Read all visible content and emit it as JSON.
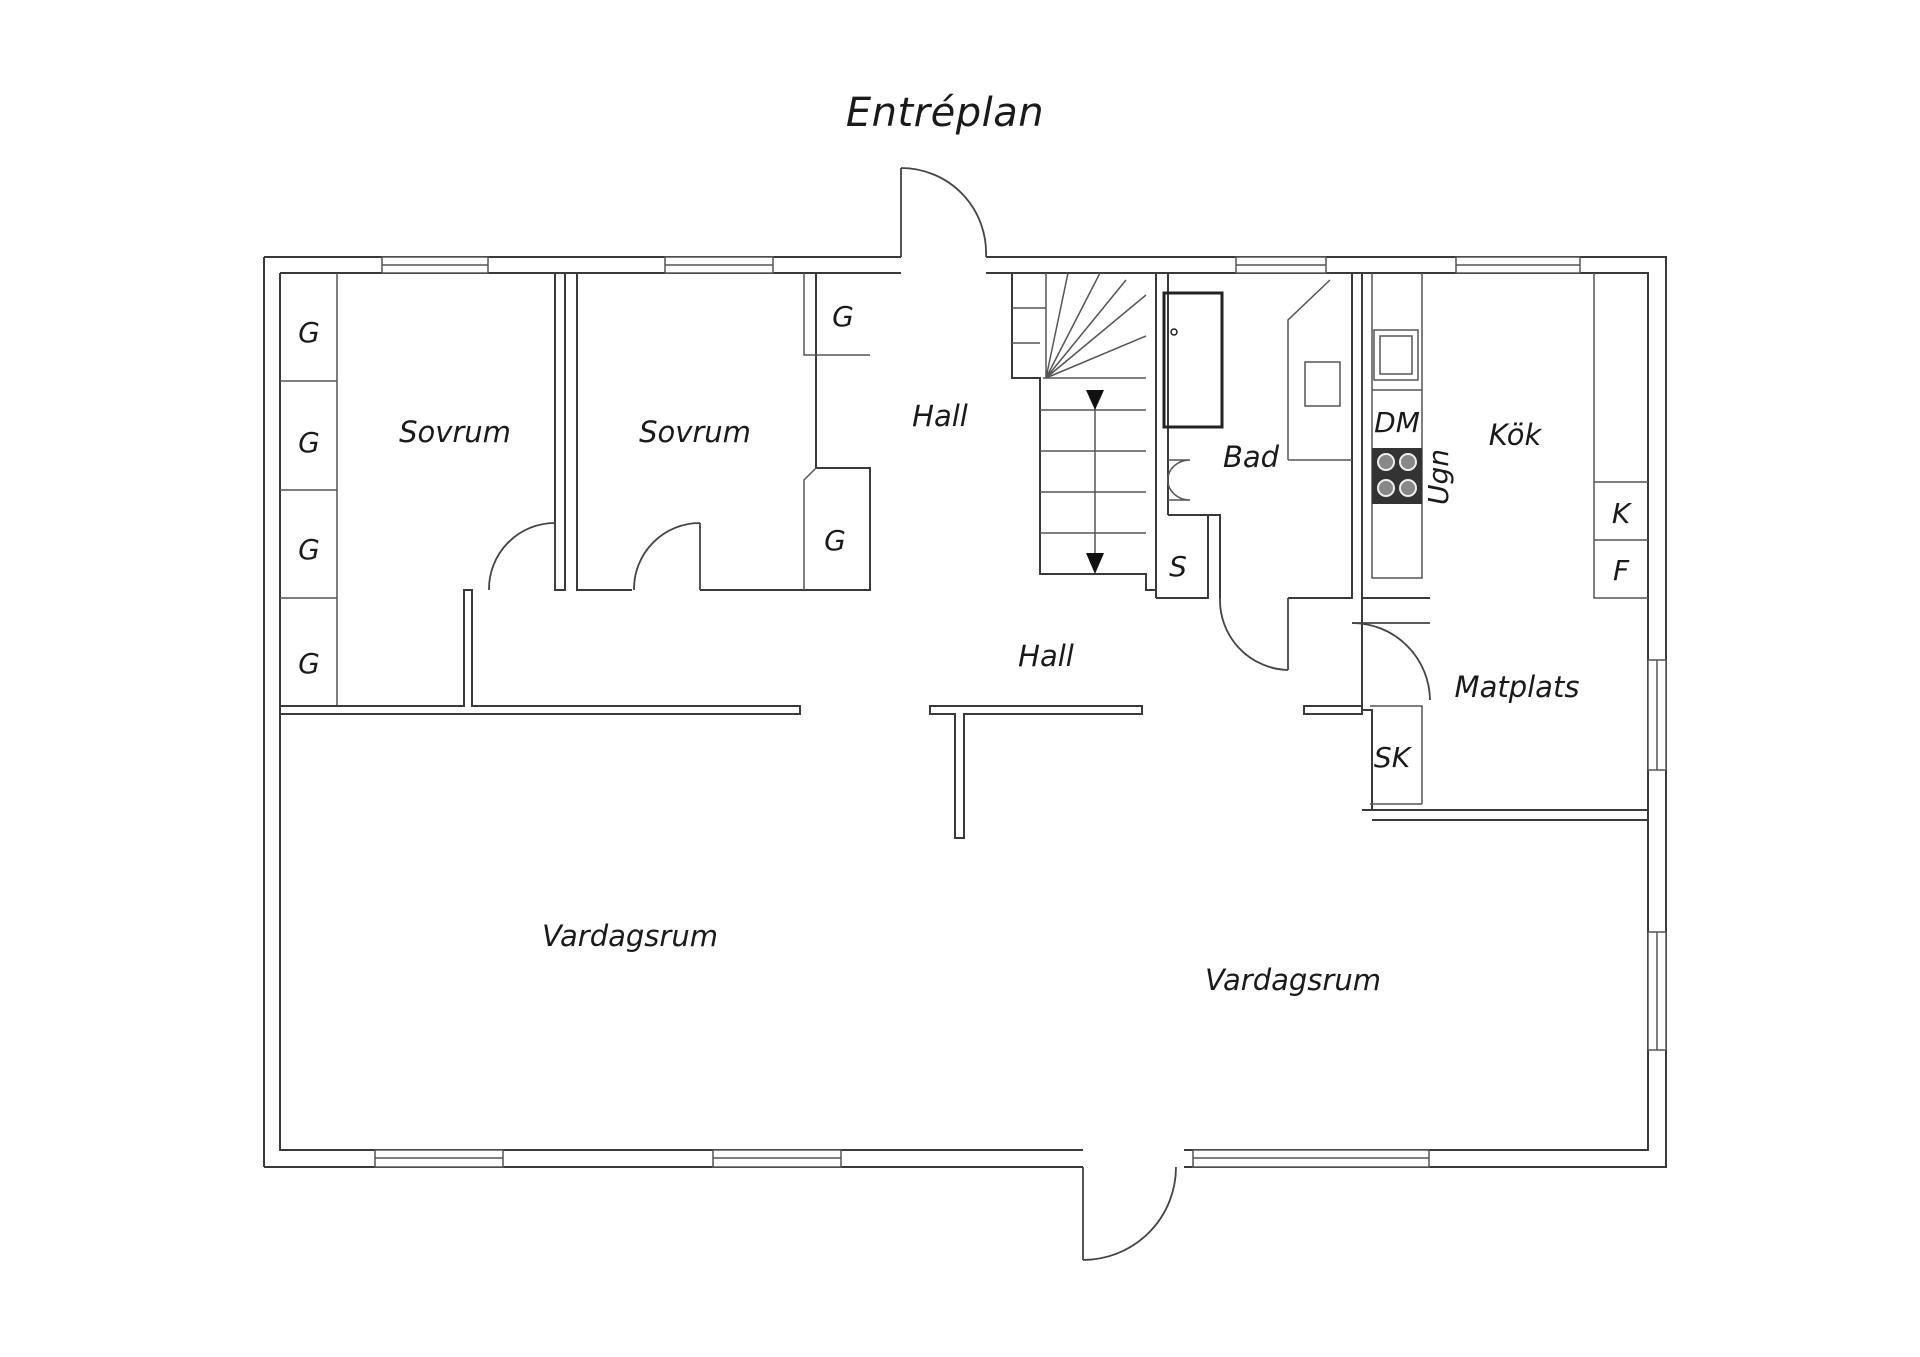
{
  "title": "Entréplan",
  "rooms": {
    "sovrum_1": "Sovrum",
    "sovrum_2": "Sovrum",
    "hall_upper": "Hall",
    "hall_lower": "Hall",
    "bad": "Bad",
    "kok": "Kök",
    "matplats": "Matplats",
    "vardagsrum_left": "Vardagsrum",
    "vardagsrum_right": "Vardagsrum"
  },
  "fixtures": {
    "g1": "G",
    "g2": "G",
    "g3": "G",
    "g4": "G",
    "g_hall_top": "G",
    "g_hall_bottom": "G",
    "s": "S",
    "dm": "DM",
    "ugn": "Ugn",
    "k": "K",
    "f": "F",
    "sk": "SK"
  }
}
